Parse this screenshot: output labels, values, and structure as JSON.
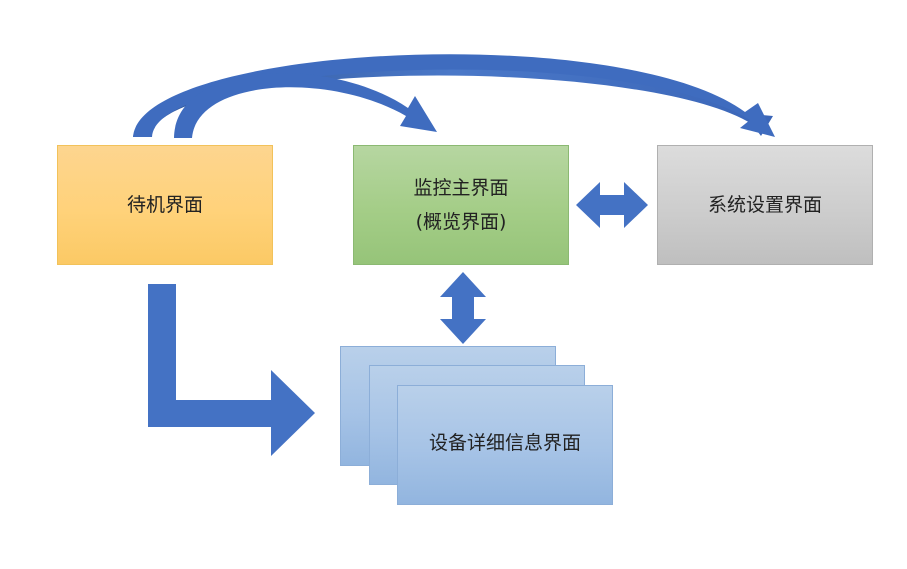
{
  "nodes": {
    "standby": "待机界面",
    "monitor_line1": "监控主界面",
    "monitor_line2": "(概览界面)",
    "settings": "系统设置界面",
    "detail": "设备详细信息界面"
  },
  "colors": {
    "arrow_blue": "#4472c4",
    "arrow_dark": "#2f5597",
    "standby_fill": "#ffd27a",
    "monitor_fill": "#a4cd87",
    "settings_fill": "#cdcdcd",
    "detail_fill": "#a6c3e6"
  }
}
